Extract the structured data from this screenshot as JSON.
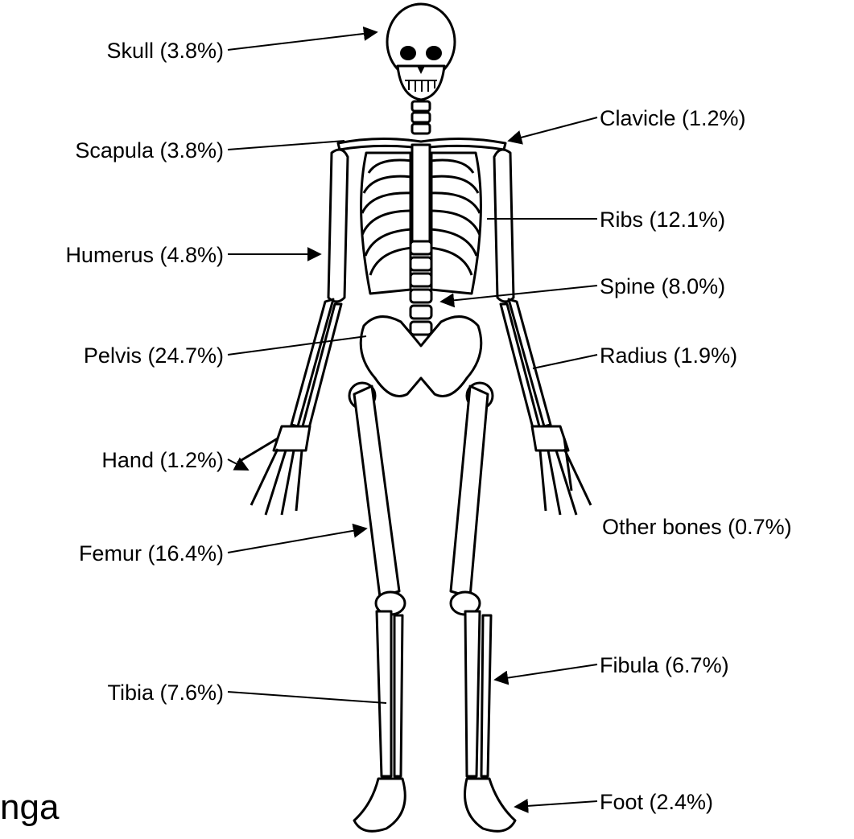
{
  "labels": {
    "skull": "Skull (3.8%)",
    "scapula": "Scapula (3.8%)",
    "humerus": "Humerus (4.8%)",
    "pelvis": "Pelvis (24.7%)",
    "hand": "Hand (1.2%)",
    "femur": "Femur (16.4%)",
    "tibia": "Tibia (7.6%)",
    "clavicle": "Clavicle (1.2%)",
    "ribs": "Ribs (12.1%)",
    "spine": "Spine (8.0%)",
    "radius": "Radius (1.9%)",
    "other": "Other bones (0.7%)",
    "fibula": "Fibula (6.7%)",
    "foot": "Foot (2.4%)"
  },
  "cut_text": "nga",
  "colors": {
    "line": "#000000",
    "background": "#ffffff"
  }
}
